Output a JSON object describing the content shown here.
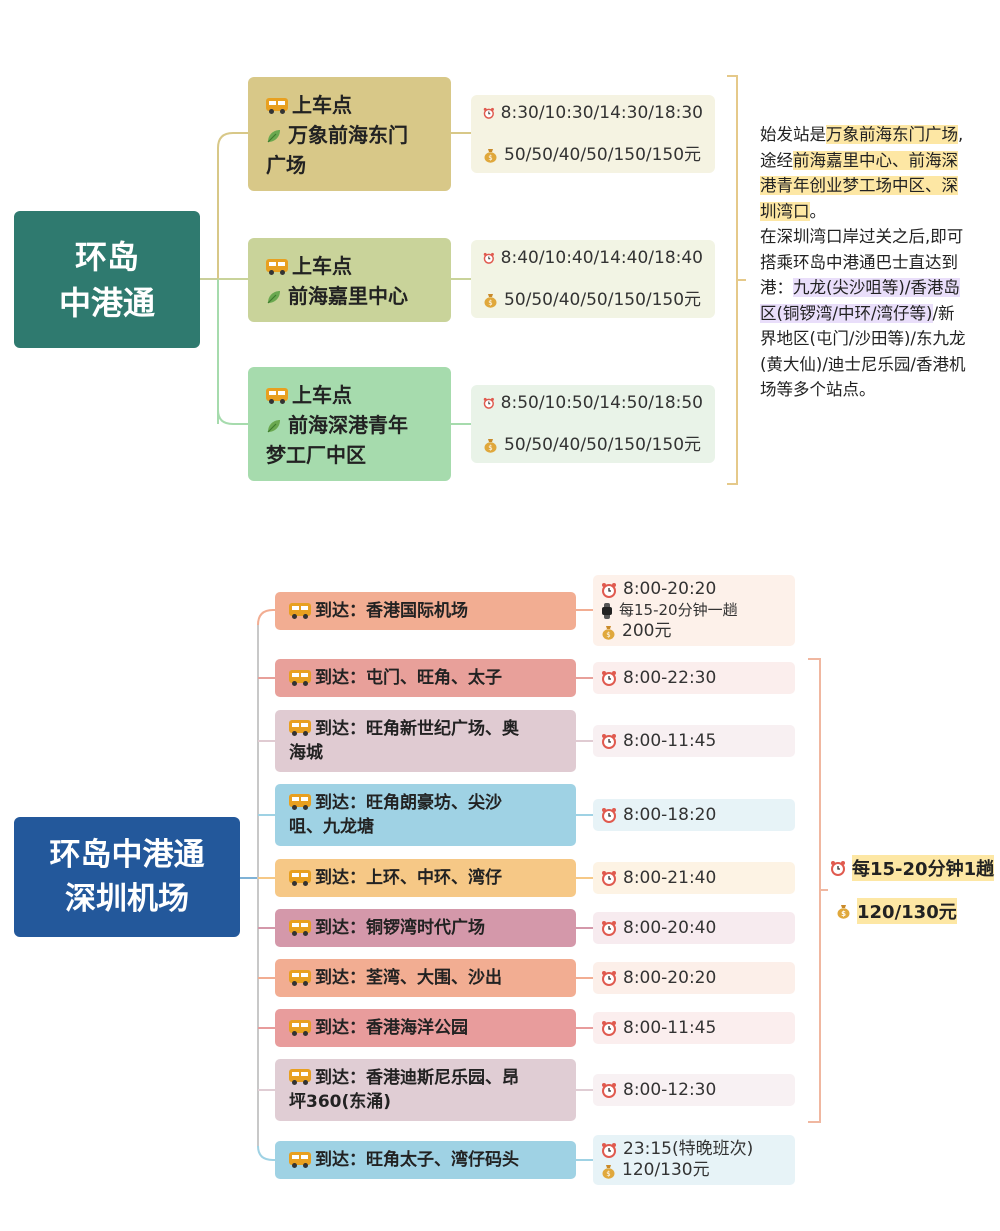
{
  "section1": {
    "root": {
      "line1": "环岛",
      "line2": "中港通"
    },
    "pickups": [
      {
        "label": "上车点",
        "place1": "万象前海东门",
        "place2": "广场",
        "color": "#d8c888",
        "times": "8:30/10:30/14:30/18:30",
        "prices": "50/50/40/50/150/150元",
        "info_color": "#f5f3e2"
      },
      {
        "label": "上车点",
        "place1": "前海嘉里中心",
        "place2": "",
        "color": "#c9d39a",
        "times": "8:40/10:40/14:40/18:40",
        "prices": "50/50/40/50/150/150元",
        "info_color": "#f2f4e4"
      },
      {
        "label": "上车点",
        "place1": "前海深港青年",
        "place2": "梦工厂中区",
        "color": "#a6dbad",
        "times": "8:50/10:50/14:50/18:50",
        "prices": "50/50/40/50/150/150元",
        "info_color": "#e9f3e8"
      }
    ],
    "description": {
      "p1_a": "始发站是",
      "p1_hl1": "万象前海东门广场",
      "p1_b": "途经",
      "p1_hl2_l1": "前海嘉里中心、前海深",
      "p1_hl2_l2": "港青年创业梦工场中区、深",
      "p1_hl2_l3": "圳湾口",
      "p1_end": "。",
      "p2_l1": "在深圳湾口岸过关之后,即可",
      "p2_l2": "搭乘环岛中港通巴士直达到",
      "p2_l3_a": "港：",
      "p2_l3_hl": "九龙(尖沙咀等)/香港岛",
      "p2_l4_hl": "区(铜锣湾/中环/湾仔等)",
      "p2_l4_b": "/新",
      "p2_l5": "界地区(屯门/沙田等)/东九龙",
      "p2_l6": "(黄大仙)/迪士尼乐园/香港机",
      "p2_l7": "场等多个站点。"
    }
  },
  "section2": {
    "root": {
      "line1": "环岛中港通",
      "line2": "深圳机场"
    },
    "first": {
      "dest": "到达：香港国际机场",
      "time": "8:00-20:20",
      "freq": "每15-20分钟一趟",
      "price": "200元"
    },
    "routes": [
      {
        "l1": "到达：屯门、旺角、太子",
        "l2": "",
        "time": "8:00-22:30",
        "color": "#e8a09a",
        "tcolor": "#fbeeed"
      },
      {
        "l1": "到达：旺角新世纪广场、奥",
        "l2": "海城",
        "time": "8:00-11:45",
        "color": "#e0cbd2",
        "tcolor": "#f8f0f2"
      },
      {
        "l1": "到达：旺角朗豪坊、尖沙",
        "l2": "咀、九龙塘",
        "time": "8:00-18:20",
        "color": "#9fd2e4",
        "tcolor": "#e7f3f7"
      },
      {
        "l1": "到达：上环、中环、湾仔",
        "l2": "",
        "time": "8:00-21:40",
        "color": "#f6c886",
        "tcolor": "#fdf3e4"
      },
      {
        "l1": "到达：铜锣湾时代广场",
        "l2": "",
        "time": "8:00-20:40",
        "color": "#d498aa",
        "tcolor": "#f7ebef"
      },
      {
        "l1": "到达：荃湾、大围、沙出",
        "l2": "",
        "time": "8:00-20:20",
        "color": "#f2ad92",
        "tcolor": "#fcefe9"
      },
      {
        "l1": "到达：香港海洋公园",
        "l2": "",
        "time": "8:00-11:45",
        "color": "#e89c9c",
        "tcolor": "#fbeeee"
      },
      {
        "l1": "到达：香港迪斯尼乐园、昂",
        "l2": "坪360(东涌)",
        "time": "8:00-12:30",
        "color": "#e0cdd4",
        "tcolor": "#f8f1f3"
      }
    ],
    "group_note": {
      "freq": "每15-20分钟1趟",
      "price": "120/130元"
    },
    "last": {
      "dest": "到达：旺角太子、湾仔码头",
      "time": "23:15(特晚班次)",
      "price": "120/130元"
    }
  },
  "icons": {
    "bus": "bus-icon",
    "leaf": "leaf-icon",
    "clock": "alarm-clock-icon",
    "money": "money-bag-icon",
    "watch": "watch-icon"
  },
  "colors": {
    "root1": "#2f7a6f",
    "root2": "#23589b",
    "first_dest": "#f2ad92",
    "first_time": "#fdf1ea",
    "last_dest": "#9fd2e4",
    "last_time": "#e7f3f7",
    "bracket": "#e5c98a",
    "bracket2": "#f0b7a0"
  }
}
